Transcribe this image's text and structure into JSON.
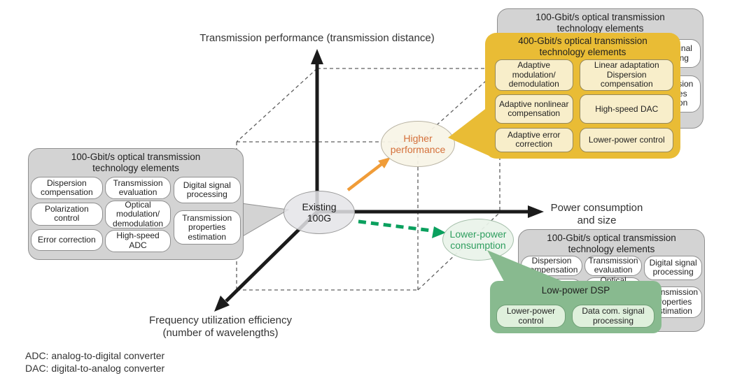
{
  "axes": {
    "vertical_label": "Transmission performance (transmission distance)",
    "horizontal_label_line1": "Power consumption",
    "horizontal_label_line2": "and size",
    "diagonal_label_line1": "Frequency utilization efficiency",
    "diagonal_label_line2": "(number of wavelengths)"
  },
  "nodes": {
    "existing": {
      "line1": "Existing",
      "line2": "100G"
    },
    "higher": {
      "line1": "Higher",
      "line2": "performance"
    },
    "lower": {
      "line1": "Lower-power",
      "line2": "consumption"
    }
  },
  "cards": {
    "tech100": {
      "title_line1": "100-Gbit/s optical transmission",
      "title_line2": "technology elements",
      "items": [
        "Dispersion compensation",
        "Polarization control",
        "Error correction",
        "Transmission evaluation",
        "Optical modulation/ demodulation",
        "High-speed ADC",
        "Digital signal processing",
        "Transmission properties estimation"
      ]
    },
    "tech400": {
      "title_line1": "400-Gbit/s optical transmission",
      "title_line2": "technology elements",
      "items": [
        "Adaptive modulation/ demodulation",
        "Adaptive nonlinear compensation",
        "Adaptive error correction",
        "Linear adaptation Dispersion compensation",
        "High-speed DAC",
        "Lower-power control"
      ]
    },
    "lowpower": {
      "title": "Low-power DSP",
      "items": [
        "Lower-power control",
        "Data com. signal processing"
      ]
    }
  },
  "footnotes": [
    "ADC: analog-to-digital converter",
    "DAC: digital-to-analog converter"
  ],
  "colors": {
    "card_gray": "#d3d3d3",
    "card_border": "#8f8f8f",
    "yellow": "#e9bc35",
    "yellow_subbox": "#f8eeca",
    "green": "#88ba8f",
    "green_subbox": "#dff0dc",
    "orange_text": "#d4703a",
    "green_text": "#2f9e5f",
    "orange_arrow": "#f09c38",
    "green_arrow": "#0aa05e",
    "axis_black": "#1b1b1b",
    "dash_gray": "#5f5f5f"
  }
}
